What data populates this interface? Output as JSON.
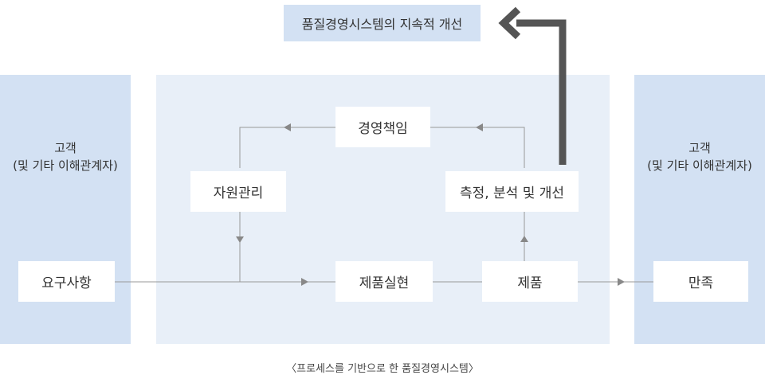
{
  "top_banner": {
    "label": "품질경영시스템의 지속적 개선"
  },
  "left_customer": {
    "title": "고객",
    "subtitle": "(및 기타 이해관계자)",
    "box_label": "요구사항"
  },
  "right_customer": {
    "title": "고객",
    "subtitle": "(및 기타 이해관계자)",
    "box_label": "만족"
  },
  "process": {
    "management": "경영책임",
    "resources": "자원관리",
    "measurement": "측정, 분석 및 개선",
    "realization": "제품실현",
    "product": "제품"
  },
  "caption": "〈프로세스를 기반으로 한 품질경영시스템〉",
  "colors": {
    "side_panel": "#d3e1f3",
    "center_panel": "#e8eff8",
    "connector": "#999999",
    "improvement_arrow": "#555555"
  }
}
